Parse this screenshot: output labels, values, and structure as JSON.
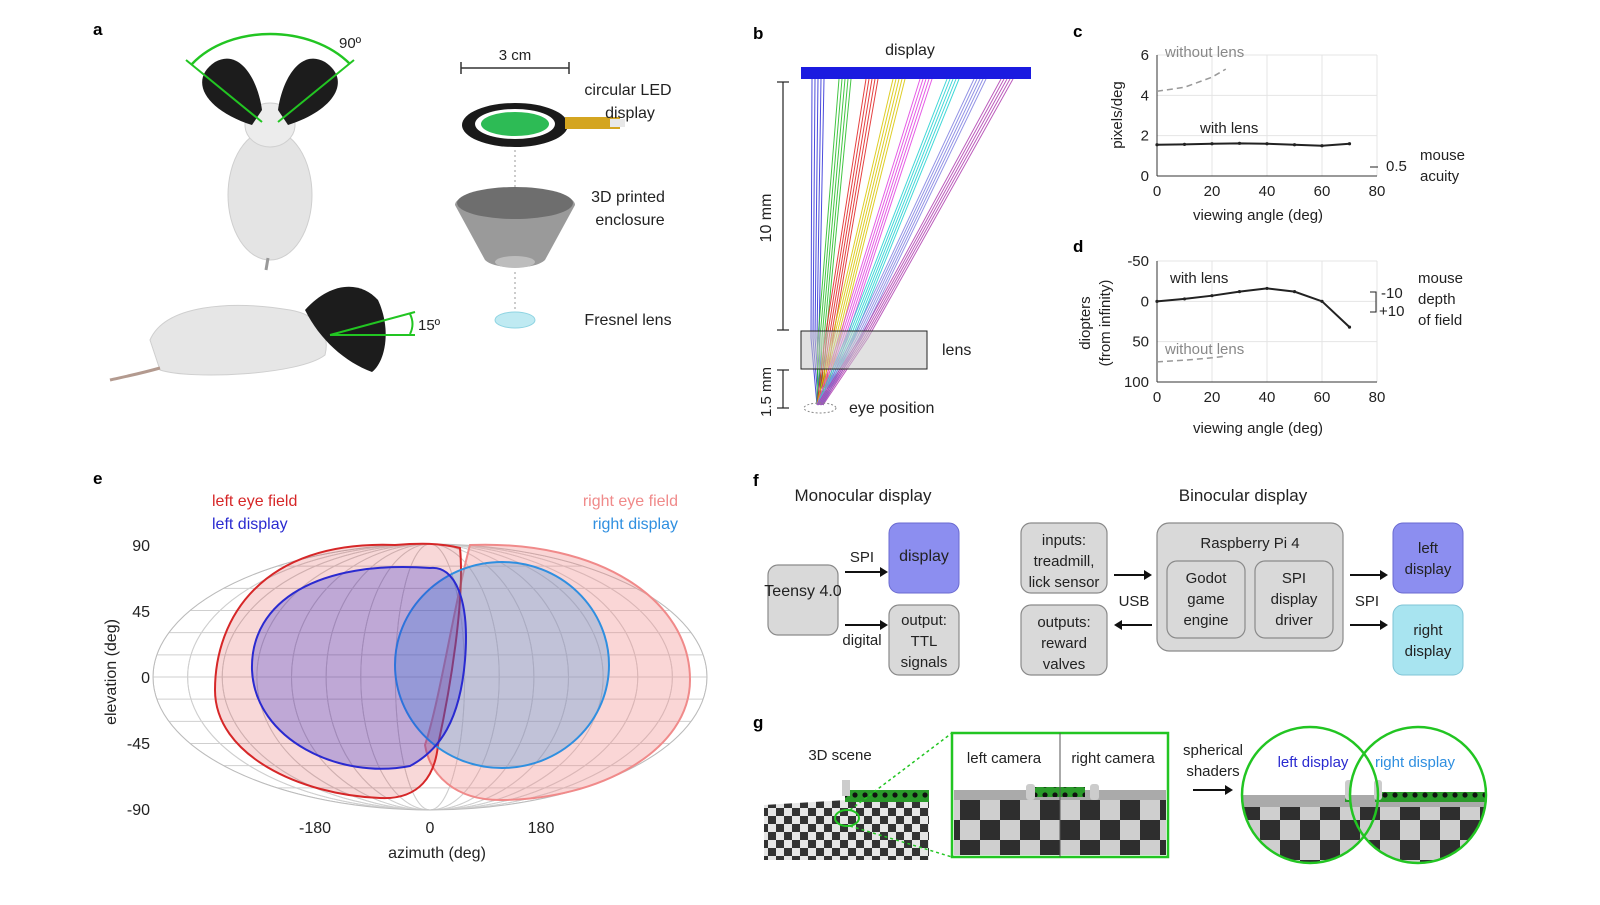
{
  "panel_a": {
    "letter": "a",
    "angle_top": "90º",
    "angle_side": "15º",
    "scale": "3 cm",
    "part1_line1": "circular LED",
    "part1_line2": "display",
    "part2_line1": "3D printed",
    "part2_line2": "enclosure",
    "part3": "Fresnel lens"
  },
  "panel_b": {
    "letter": "b",
    "display": "display",
    "dist1": "10 mm",
    "dist2": "1.5 mm",
    "lens": "lens",
    "eye": "eye position",
    "ray_colors": [
      "#2b2bd6",
      "#22bb22",
      "#e02020",
      "#d8c400",
      "#e040e0",
      "#20d0d0",
      "#8080e0",
      "#b040b0"
    ]
  },
  "panel_c": {
    "letter": "c",
    "chart_data": {
      "type": "line",
      "xlabel": "viewing angle (deg)",
      "ylabel": "pixels/deg",
      "xlim": [
        0,
        80
      ],
      "ylim": [
        0,
        6
      ],
      "xticks": [
        "0",
        "20",
        "40",
        "60",
        "80"
      ],
      "yticks": [
        "0",
        "2",
        "4",
        "6"
      ],
      "series": [
        {
          "name": "with lens",
          "x": [
            0,
            10,
            20,
            30,
            40,
            50,
            60,
            70
          ],
          "y": [
            1.55,
            1.57,
            1.6,
            1.62,
            1.6,
            1.55,
            1.5,
            1.6
          ]
        },
        {
          "name": "without lens",
          "x": [
            0,
            10,
            20,
            25
          ],
          "y": [
            4.2,
            4.4,
            4.9,
            5.3
          ]
        }
      ],
      "annotation_value": "0.5",
      "annotation_line1": "mouse",
      "annotation_line2": "acuity"
    }
  },
  "panel_d": {
    "letter": "d",
    "chart_data": {
      "type": "line",
      "xlabel": "viewing angle (deg)",
      "ylabel_line1": "diopters",
      "ylabel_line2": "(from infinity)",
      "xlim": [
        0,
        80
      ],
      "ylim": [
        -50,
        100
      ],
      "xticks": [
        "0",
        "20",
        "40",
        "60",
        "80"
      ],
      "yticks": [
        "-50",
        "0",
        "50",
        "100"
      ],
      "series": [
        {
          "name": "with lens",
          "x": [
            0,
            10,
            20,
            30,
            40,
            50,
            60,
            70
          ],
          "y": [
            0,
            -3,
            -7,
            -12,
            -16,
            -12,
            0,
            32
          ]
        },
        {
          "name": "without lens",
          "x": [
            0,
            10,
            20,
            25
          ],
          "y": [
            75,
            73,
            70,
            68
          ]
        }
      ],
      "annotation_top": "-10",
      "annotation_bottom": "+10",
      "annotation_line1": "mouse",
      "annotation_line2": "depth",
      "annotation_line3": "of field"
    }
  },
  "panel_e": {
    "letter": "e",
    "legend": {
      "left_eye_field": "left eye field",
      "left_display": "left display",
      "right_eye_field": "right eye field",
      "right_display": "right display"
    },
    "ylabel": "elevation (deg)",
    "xlabel": "azimuth (deg)",
    "yticks": [
      "90",
      "45",
      "0",
      "-45",
      "-90"
    ],
    "xticks": [
      "-180",
      "0",
      "180"
    ],
    "colors": {
      "left_eye": "#d62728",
      "left_display": "#2a2ad0",
      "right_eye": "#f08a8a",
      "right_display": "#2f8fe0"
    }
  },
  "panel_f": {
    "letter": "f",
    "mono_title": "Monocular display",
    "bino_title": "Binocular display",
    "teensy": "Teensy 4.0",
    "spi1": "SPI",
    "digital": "digital",
    "display": "display",
    "output_line1": "output:",
    "output_line2": "TTL",
    "output_line3": "signals",
    "inputs_line1": "inputs:",
    "inputs_line2": "treadmill,",
    "inputs_line3": "lick sensor",
    "outputs_line1": "outputs:",
    "outputs_line2": "reward",
    "outputs_line3": "valves",
    "usb": "USB",
    "rpi": "Raspberry Pi 4",
    "godot_line1": "Godot",
    "godot_line2": "game",
    "godot_line3": "engine",
    "spi_driver_line1": "SPI",
    "spi_driver_line2": "display",
    "spi_driver_line3": "driver",
    "spi2": "SPI",
    "left_display_line1": "left",
    "left_display_line2": "display",
    "right_display_line1": "right",
    "right_display_line2": "display"
  },
  "panel_g": {
    "letter": "g",
    "scene": "3D scene",
    "left_camera": "left camera",
    "right_camera": "right camera",
    "shaders_line1": "spherical",
    "shaders_line2": "shaders",
    "left_display": "left display",
    "right_display": "right display"
  }
}
